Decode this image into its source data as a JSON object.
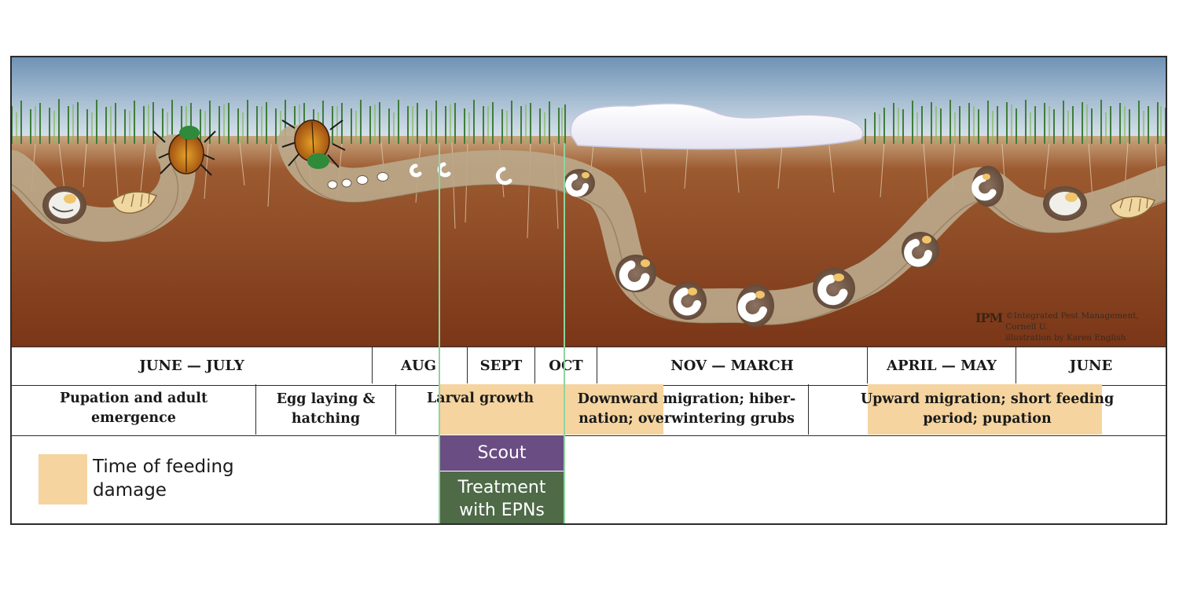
{
  "months": [
    "JUNE — JULY",
    "AUG",
    "SEPT",
    "OCT",
    "NOV — MARCH",
    "APRIL — MAY",
    "JUNE"
  ],
  "stages": [
    "Pupation and adult emergence",
    "Egg laying & hatching",
    "Larval growth",
    "Downward migration; hiber-nation; overwintering grubs",
    "Upward migration; short feeding period; pupation"
  ],
  "legend": {
    "label": "Time of feeding damage",
    "swatch_color": "#f5d49f"
  },
  "actions": {
    "scout": "Scout",
    "treatment": "Treatment with EPNs"
  },
  "credit": {
    "logo": "IPM",
    "line1": "©Integrated Pest Management, Cornell U.",
    "line2": "illustration by Karen English"
  },
  "colors": {
    "feeding_damage": "#f5d49f",
    "scout": "#6a4d82",
    "treatment": "#4e6a47",
    "soil": "#8a4a26",
    "sky": "#a9c6dd",
    "treatment_window_line": "#8fd4a0"
  },
  "icons": [
    "adult-beetle-icon",
    "pupa-icon",
    "egg-icon",
    "grub-icon",
    "snow-icon",
    "grass-icon"
  ]
}
